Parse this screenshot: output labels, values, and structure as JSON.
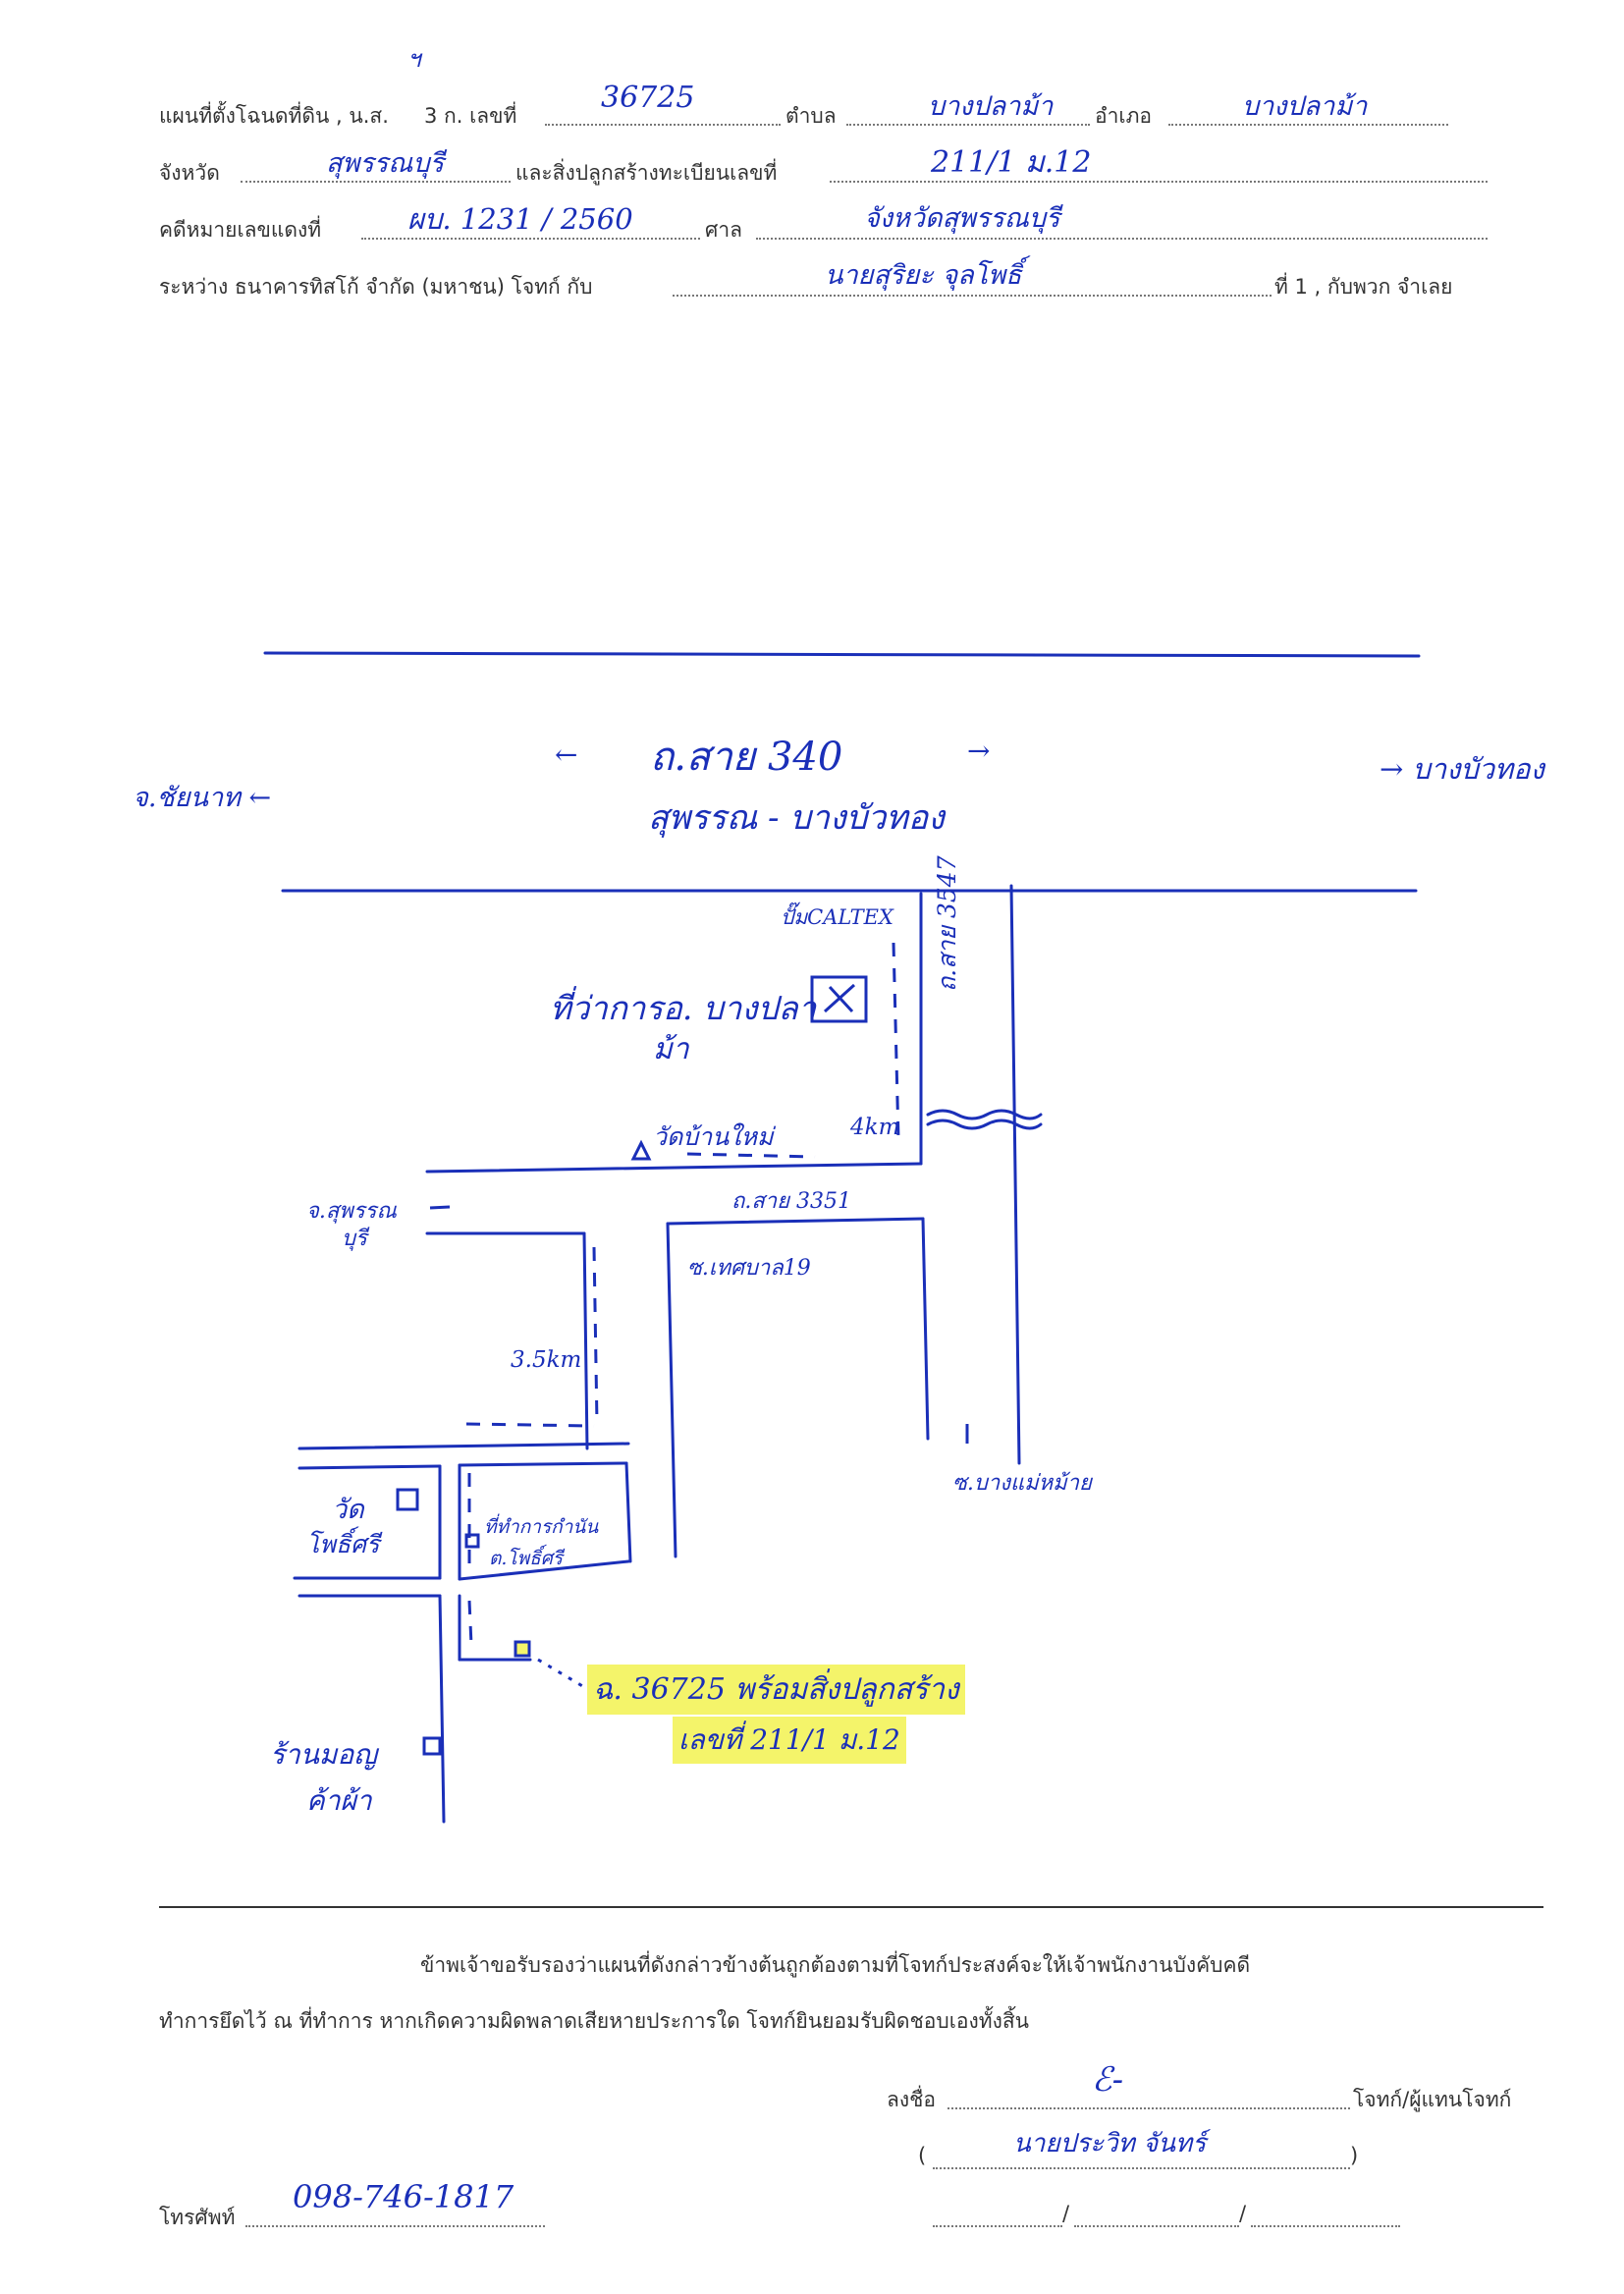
{
  "header": {
    "line1_label_a": "แผนที่ตั้งโฉนดที่ดิน , น.ส.",
    "line1_label_b": "3 ก. เลขที่",
    "line1_label_c": "ตำบล",
    "line1_label_d": "อำเภอ",
    "deed_no": "36725",
    "tambon": "บางปลาม้า",
    "amphoe": "บางปลาม้า",
    "line2_label_a": "จังหวัด",
    "line2_label_b": "และสิ่งปลูกสร้างทะเบียนเลขที่",
    "province": "สุพรรณบุรี",
    "building_no": "211/1 ม.12",
    "line3_label_a": "คดีหมายเลขแดงที่",
    "line3_label_b": "ศาล",
    "case_no": "ผบ. 1231 / 2560",
    "court": "จังหวัดสุพรรณบุรี",
    "line4_label_a": "ระหว่าง ธนาคารทิสโก้ จำกัด (มหาชน) โจทก์ กับ",
    "line4_label_b": "ที่ 1 , กับพวก  จำเลย",
    "defendant": "นายสุริยะ จุลโพธิ์"
  },
  "map": {
    "road_main": "ถ.สาย 340",
    "road_main_sub": "สุพรรณ - บางบัวทอง",
    "dir_left": "จ.ชัยนาท ←",
    "dir_right": "→ บางบัวทอง",
    "arrow_left": "←",
    "arrow_right": "→",
    "gas_station": "ปั๊มCALTEX",
    "district_office": "ที่ว่าการอ. บางปลา",
    "district_office_2": "ม้า",
    "road_3547": "ถ.สาย 3547",
    "wat_ban_mai": "วัดบ้านใหม่",
    "km_4": "4km",
    "road_3351": "ถ.สาย 3351",
    "to_suphan": "จ.สุพรรณ",
    "to_suphan_2": "บุรี",
    "soi_thetsaban": "ซ.เทศบาล19",
    "km_35": "3.5km",
    "soi_bangmae": "ซ.บางแม่หม้าย",
    "wat_phothi": "วัด",
    "wat_phothi_2": "โพธิ์ศรี",
    "office_kamnan": "ที่ทำการกำนัน",
    "office_kamnan_2": "ต.โพธิ์ศรี",
    "target_line1": "ฉ. 36725 พร้อมสิ่งปลูกสร้าง",
    "target_line2": "เลขที่ 211/1 ม.12",
    "shop": "ร้านมอญ",
    "shop_2": "ค้าผ้า"
  },
  "footer": {
    "cert_line1": "ข้าพเจ้าขอรับรองว่าแผนที่ดังกล่าวข้างต้นถูกต้องตามที่โจทก์ประสงค์จะให้เจ้าพนักงานบังคับคดี",
    "cert_line2": "ทำการยึดไว้ ณ ที่ทำการ หากเกิดความผิดพลาดเสียหายประการใด โจทก์ยินยอมรับผิดชอบเองทั้งสิ้น",
    "sign_label": "ลงชื่อ",
    "sign_role": "โจทก์/ผู้แทนโจทก์",
    "signer_name": "นายประวิท จันทร์",
    "open_paren": "(",
    "close_paren": ")",
    "date_slash1": "/",
    "date_slash2": "/",
    "phone_label": "โทรศัพท์",
    "phone": "098-746-1817"
  },
  "colors": {
    "ink": "#1a2fb8",
    "highlight": "#f4f46a",
    "print": "#333333"
  }
}
